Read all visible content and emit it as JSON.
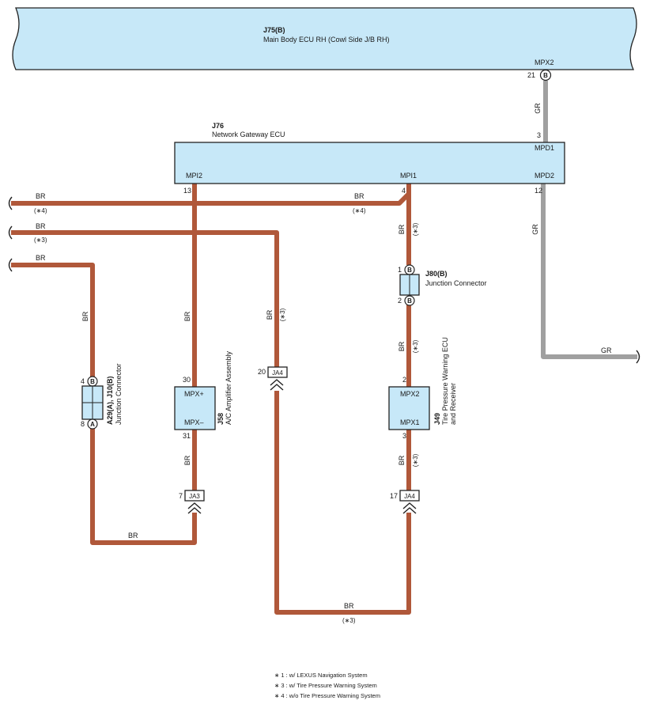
{
  "components": {
    "j75": {
      "id": "J75(B)",
      "name": "Main Body ECU RH (Cowl Side J/B RH)",
      "pin_label": "MPX2",
      "pin_no": "21",
      "pin_letter": "B"
    },
    "j76": {
      "id": "J76",
      "name": "Network Gateway ECU",
      "mpd1": "MPD1",
      "mpd1_no": "3",
      "mpd2": "MPD2",
      "mpd2_no": "12",
      "mpi1": "MPI1",
      "mpi1_no": "4",
      "mpi2": "MPI2",
      "mpi2_no": "13"
    },
    "j80": {
      "id": "J80(B)",
      "name": "Junction Connector",
      "pin1_no": "1",
      "pin2_no": "2",
      "pin_letter": "B"
    },
    "a29": {
      "id": "A29(A), J10(B)",
      "name": "Junction Connector",
      "top_no": "4",
      "top_letter": "B",
      "bottom_no": "8",
      "bottom_letter": "A"
    },
    "j58": {
      "id": "J58",
      "name": "A/C Amplifier Assembly",
      "mpx_plus": "MPX+",
      "mpx_minus": "MPX–",
      "top_no": "30",
      "bottom_no": "31"
    },
    "j49": {
      "id": "J49",
      "name_line1": "Tire Pressure Warning ECU",
      "name_line2": "and Receiver",
      "mpx2": "MPX2",
      "mpx1": "MPX1",
      "top_no": "2",
      "bottom_no": "3"
    },
    "ja4_mid": {
      "label": "JA4",
      "no": "20"
    },
    "ja3": {
      "label": "JA3",
      "no": "7"
    },
    "ja4_right": {
      "label": "JA4",
      "no": "17"
    }
  },
  "wires": {
    "br": "BR",
    "gr": "GR",
    "note3": "(∗3)",
    "note4": "(∗4)"
  },
  "footnotes": [
    "∗ 1 : w/ LEXUS Navigation System",
    "∗ 3 : w/ Tire Pressure Warning System",
    "∗ 4 : w/o Tire Pressure Warning System"
  ],
  "colors": {
    "br_wire": "#b0583a",
    "gr_wire": "#a0a0a0",
    "component_fill": "#c7e8f8"
  }
}
